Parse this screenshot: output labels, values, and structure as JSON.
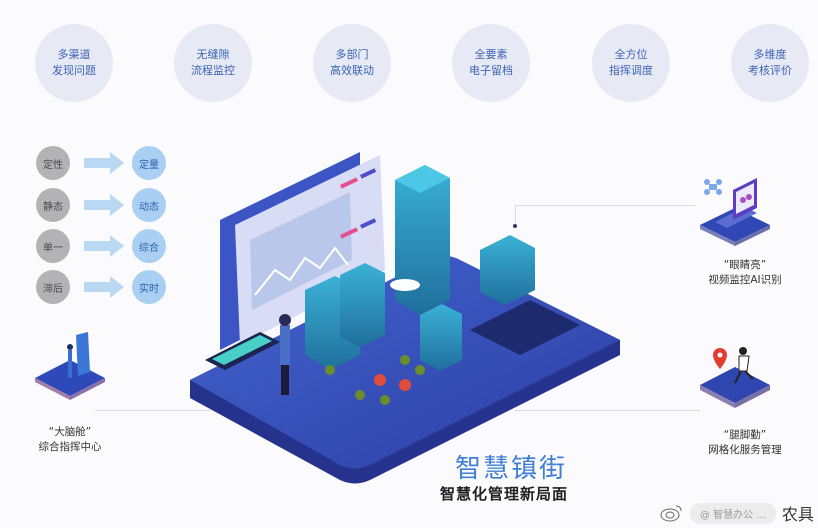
{
  "top_features": [
    {
      "line1": "多渠道",
      "line2": "发现问题"
    },
    {
      "line1": "无缝隙",
      "line2": "流程监控"
    },
    {
      "line1": "多部门",
      "line2": "高效联动"
    },
    {
      "line1": "全要素",
      "line2": "电子留档"
    },
    {
      "line1": "全方位",
      "line2": "指挥调度"
    },
    {
      "line1": "多维度",
      "line2": "考核评价"
    }
  ],
  "transformations": [
    {
      "from": "定性",
      "to": "定量"
    },
    {
      "from": "静态",
      "to": "动态"
    },
    {
      "from": "单一",
      "to": "综合"
    },
    {
      "from": "滞后",
      "to": "实时"
    }
  ],
  "modules": {
    "left": {
      "quote": "“大脑舱”",
      "desc": "综合指挥中心"
    },
    "right_top": {
      "quote": "“眼睛亮”",
      "desc": "视频监控AI识别"
    },
    "right_bottom": {
      "quote": "“腿脚勤”",
      "desc": "网格化服务管理"
    }
  },
  "title": {
    "main": "智慧镇街",
    "sub": "智慧化管理新局面"
  },
  "watermark": {
    "text": "@ 智慧办公 ...",
    "end": "农具"
  },
  "colors": {
    "circle_bg": "#e7eaf5",
    "circle_text": "#3c63b4",
    "from_bg": "#b3b3b5",
    "to_bg": "#a9cff2",
    "arrow": "#b8d8f3",
    "platform": "#2f49b3",
    "title_blue": "#3f7fd6"
  }
}
